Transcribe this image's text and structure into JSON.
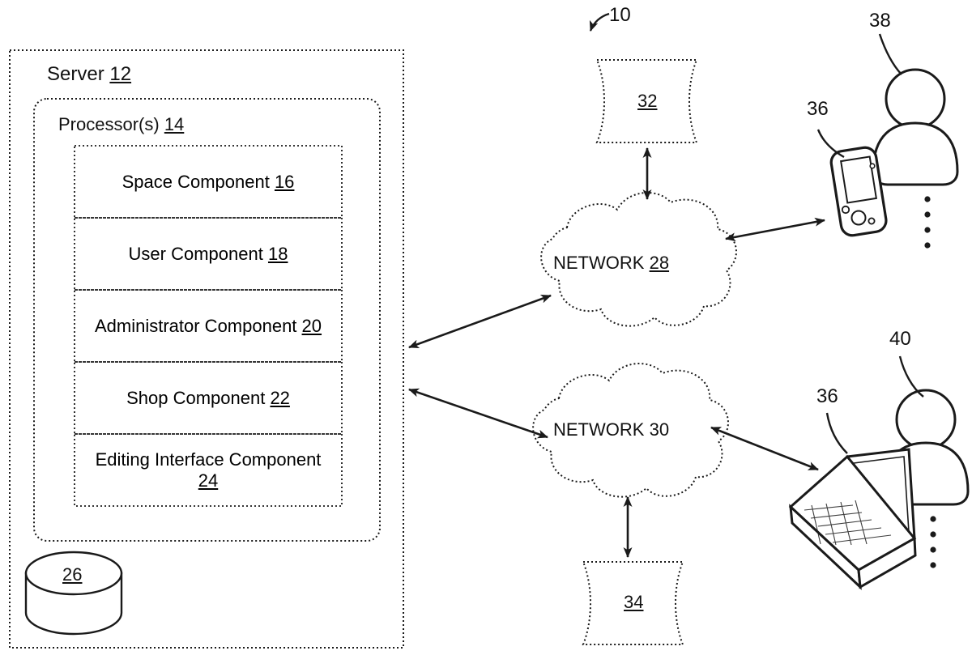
{
  "figure": {
    "figure_reference": "10",
    "domain_note": "patent system architecture diagram"
  },
  "server": {
    "title_text": "Server",
    "title_number": "12",
    "processor": {
      "title_text": "Processor(s)",
      "title_number": "14",
      "components": [
        {
          "label": "Space Component",
          "number": "16"
        },
        {
          "label": "User Component",
          "number": "18"
        },
        {
          "label": "Administrator Component",
          "number": "20"
        },
        {
          "label": "Shop Component",
          "number": "22"
        },
        {
          "label": "Editing Interface Component",
          "number": "24"
        }
      ]
    },
    "datastore": {
      "number": "26"
    }
  },
  "networks": [
    {
      "label": "NETWORK",
      "number": "28",
      "number_underlined": true
    },
    {
      "label": "NETWORK",
      "number": "30",
      "number_underlined": false
    }
  ],
  "external_stores": [
    {
      "number": "32"
    },
    {
      "number": "34"
    }
  ],
  "clients": [
    {
      "device_kind": "mobile-device",
      "device_number": "36",
      "user_number": "38"
    },
    {
      "device_kind": "laptop",
      "device_number": "36",
      "user_number": "40"
    }
  ],
  "ellipses": [
    {
      "dots": 4,
      "for": "mobile-client-group"
    },
    {
      "dots": 4,
      "for": "laptop-client-group"
    }
  ],
  "colors": {
    "line": "#1a1a1a",
    "background": "#ffffff",
    "text": "#111111"
  }
}
